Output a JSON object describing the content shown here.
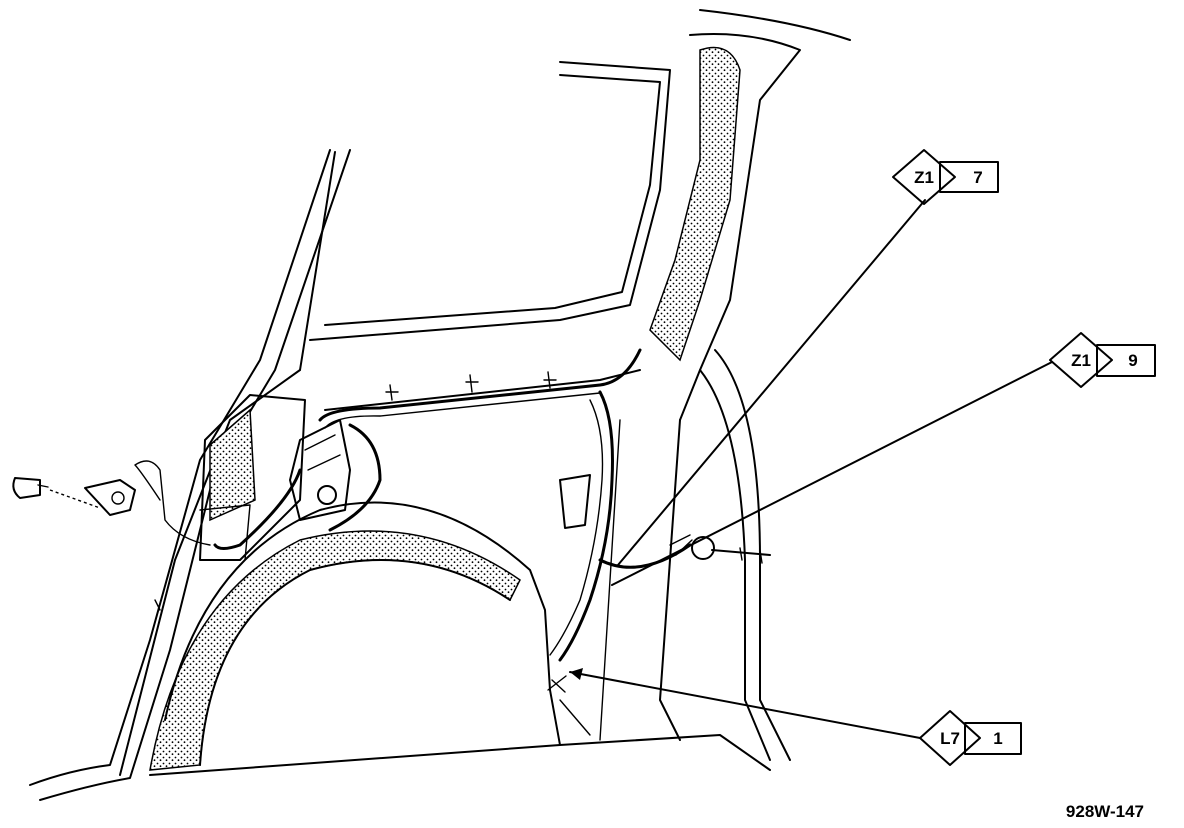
{
  "callouts": [
    {
      "id": "z1-7",
      "code": "Z1",
      "number": "7"
    },
    {
      "id": "z1-9",
      "code": "Z1",
      "number": "9"
    },
    {
      "id": "l7-1",
      "code": "L7",
      "number": "1"
    }
  ],
  "figure_id": "928W-147"
}
